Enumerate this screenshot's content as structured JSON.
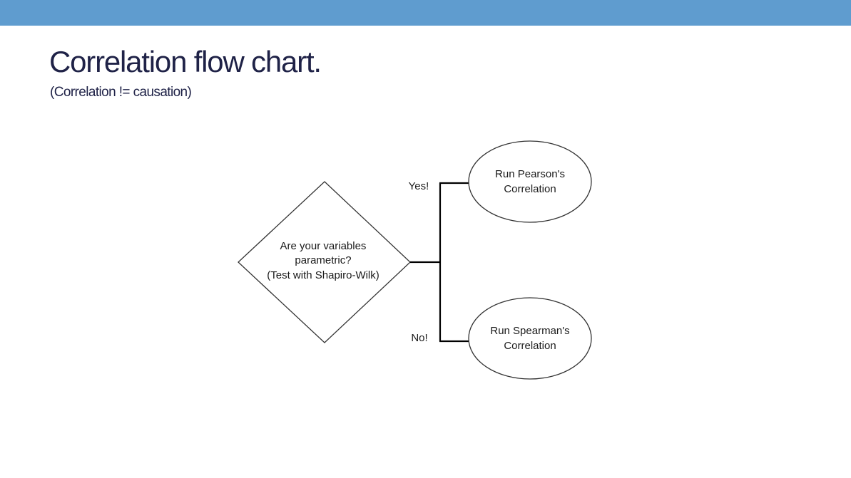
{
  "slide": {
    "title": "Correlation flow chart.",
    "subtitle": "(Correlation != causation)",
    "accent_color": "#5f9ccf",
    "title_color": "#1f2247"
  },
  "diagram": {
    "decision": {
      "lines": [
        "Are your variables",
        "parametric?",
        "(Test with Shapiro-Wilk)"
      ]
    },
    "branches": {
      "yes_label": "Yes!",
      "no_label": "No!"
    },
    "outcome_yes": {
      "lines": [
        "Run Pearson's",
        "Correlation"
      ]
    },
    "outcome_no": {
      "lines": [
        "Run Spearman's",
        "Correlation"
      ]
    }
  }
}
